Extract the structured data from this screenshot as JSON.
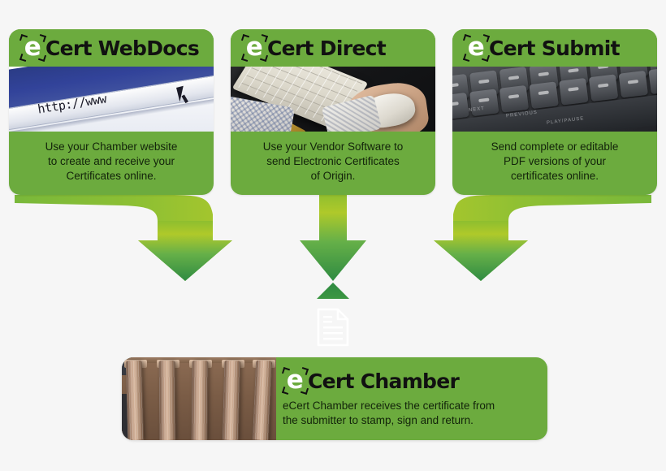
{
  "brand": {
    "logo_letter": "e",
    "accent_green": "#6cab3e",
    "arrow_green_top": "#a8c62b",
    "arrow_green_bottom": "#3d9a46",
    "background": "#f6f6f6"
  },
  "cards": [
    {
      "id": "ecert-webdocs",
      "title": "Cert WebDocs",
      "full_title": "eCert WebDocs",
      "photo": "browser-address-bar-photo",
      "photo_text": "http://www",
      "description": "Use your Chamber website\nto create and receive your\nCertificates online."
    },
    {
      "id": "ecert-direct",
      "title": "Cert Direct",
      "full_title": "eCert Direct",
      "photo": "keyboard-and-mouse-photo",
      "photo_text": "",
      "description": "Use your  Vendor Software to\nsend Electronic Certificates\nof Origin."
    },
    {
      "id": "ecert-submit",
      "title": "Cert Submit",
      "full_title": "eCert Submit",
      "photo": "laptop-keyboard-photo",
      "photo_text": "",
      "description": "Send complete or editable\nPDF versions of your\ncertificates online."
    }
  ],
  "bottom": {
    "id": "ecert-chamber",
    "title": "Cert Chamber",
    "full_title": "eCert Chamber",
    "photo": "chamber-building-columns-photo",
    "description": "eCert Chamber receives the certificate from\nthe submitter to stamp, sign and return."
  },
  "flow": {
    "down_arrow_count": 3,
    "up_arrow_count": 1,
    "document_icon": "document-icon",
    "direction": "three-sources-converge-to-chamber"
  }
}
